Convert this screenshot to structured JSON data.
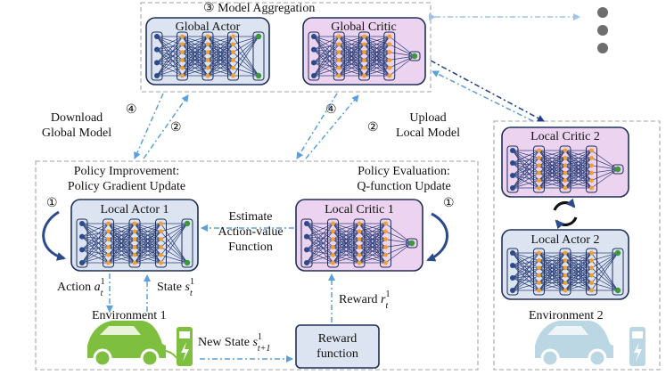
{
  "aggregation": {
    "step": "③",
    "title": "Model Aggregation"
  },
  "global_actor": {
    "label": "Global Actor"
  },
  "global_critic": {
    "label": "Global Critic"
  },
  "local_actor_1": {
    "label": "Local Actor 1"
  },
  "local_critic_1": {
    "label": "Local Critic 1"
  },
  "local_actor_2": {
    "label": "Local Actor 2"
  },
  "local_critic_2": {
    "label": "Local Critic 2"
  },
  "download": {
    "line1": "Download",
    "line2": "Global Model"
  },
  "upload": {
    "line1": "Upload",
    "line2": "Local Model"
  },
  "steps": {
    "s1": "①",
    "s2": "②",
    "s4": "④"
  },
  "policy_improvement": {
    "line1": "Policy Improvement:",
    "line2": "Policy Gradient Update"
  },
  "policy_evaluation": {
    "line1": "Policy Evaluation:",
    "line2": "Q-function Update"
  },
  "estimate": {
    "line1": "Estimate",
    "line2": "Action-value",
    "line3": "Function"
  },
  "action": {
    "text": "Action",
    "var": "a",
    "sub": "t",
    "sup": "1"
  },
  "state": {
    "text": "State",
    "var": "s",
    "sub": "t",
    "sup": "1"
  },
  "reward": {
    "text": "Reward",
    "var": "r",
    "sub": "t",
    "sup": "1"
  },
  "new_state": {
    "text": "New State",
    "var": "s",
    "sub": "t+1",
    "sup": "1"
  },
  "reward_function": {
    "line1": "Reward",
    "line2": "function"
  },
  "environment_1": {
    "label": "Environment 1"
  },
  "environment_2": {
    "label": "Environment 2"
  },
  "colors": {
    "actor_fill": "#dde4f1",
    "critic_fill": "#ecd3ef",
    "node_blue": "#2b4a8c",
    "node_orange": "#f0a030",
    "node_green": "#3a9a3a",
    "arrow_blue": "#5aa0dc",
    "arrow_navy": "#1f3f8a",
    "car_green": "#7fbf3f",
    "car_light": "#bcd7e4",
    "dash_gray": "#b3b3b3"
  }
}
